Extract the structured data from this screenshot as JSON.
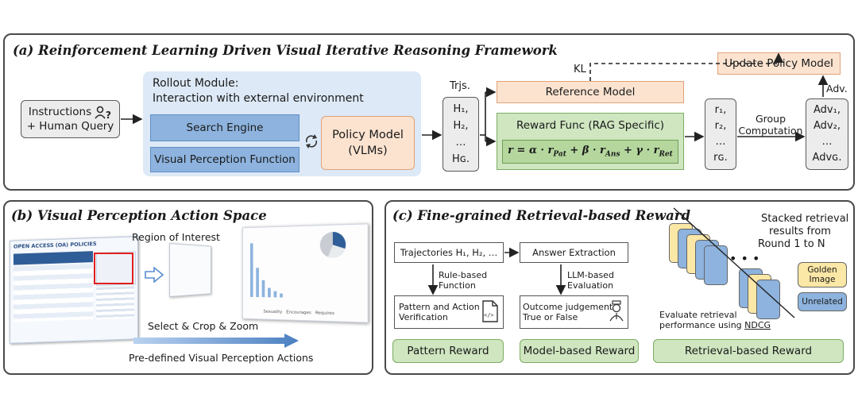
{
  "panel_a": {
    "title": "(a) Reinforcement Learning Driven Visual Iterative Reasoning Framework",
    "instructions_line1": "Instructions",
    "instructions_line2": "+ Human Query",
    "rollout_title1": "Rollout Module:",
    "rollout_title2": "Interaction with external environment",
    "search_engine": "Search Engine",
    "visual_perception_function": "Visual Perception Function",
    "policy_model_line1": "Policy Model",
    "policy_model_line2": "(VLMs)",
    "trjs_label": "Trjs.",
    "h_items": [
      "H₁,",
      "H₂,",
      "…",
      "Hɢ."
    ],
    "kl_label": "KL",
    "update_policy_model": "Update Policy Model",
    "reference_model": "Reference Model",
    "reward_func_title": "Reward Func (RAG Specific)",
    "r_items": [
      "r₁,",
      "r₂,",
      "…",
      "rɢ."
    ],
    "group_computation_line1": "Group",
    "group_computation_line2": "Computation",
    "adv_label": "Adv.",
    "adv_items": [
      "Adv₁,",
      "Adv₂,",
      "…",
      "Advɢ."
    ]
  },
  "panel_b": {
    "title": "(b) Visual Perception Action Space",
    "region_of_interest": "Region of Interest",
    "doc_heading": "OPEN ACCESS (OA) POLICIES",
    "select_crop_zoom": "Select & Crop & Zoom",
    "predefined_actions": "Pre-defined Visual Perception Actions",
    "legend": [
      "Sexuality",
      "Encourages",
      "Requires"
    ]
  },
  "panel_c": {
    "title": "(c) Fine-grained Retrieval-based Reward",
    "trajectories": "Trajectories H₁, H₂, …",
    "answer_extraction": "Answer Extraction",
    "rule_based_line1": "Rule-based",
    "rule_based_line2": "Function",
    "llm_based_line1": "LLM-based",
    "llm_based_line2": "Evaluation",
    "pattern_verif_line1": "Pattern and Action",
    "pattern_verif_line2": "Verification",
    "outcome_line1": "Outcome judgement:",
    "outcome_line2": "True or False",
    "pattern_reward": "Pattern Reward",
    "model_based_reward": "Model-based Reward",
    "retrieval_based_reward": "Retrieval-based Reward",
    "stacked_line1": "Stacked retrieval",
    "stacked_line2": "results from",
    "stacked_line3": "Round 1 to N",
    "golden_line1": "Golden",
    "golden_line2": "Image",
    "unrelated": "Unrelated",
    "evaluate_line1": "Evaluate retrieval",
    "evaluate_line2a": "performance using ",
    "ndcg": "NDCG"
  },
  "colors": {
    "blue_box": "#8db3de",
    "orange_box": "#fbe3d0",
    "green_box": "#cfe6c0",
    "golden": "#fbe7a6",
    "rollout_bg": "#dde9f6"
  }
}
